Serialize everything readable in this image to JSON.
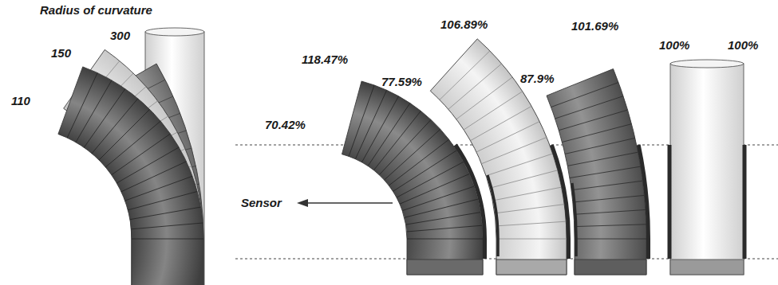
{
  "diagram": {
    "labels": [
      "Radius of curvature",
      "110",
      "150",
      "300",
      "118.47%",
      "70.42%",
      "106.89%",
      "77.59%",
      "101.69%",
      "87.9%",
      "100%",
      "100%",
      "Sensor"
    ]
  }
}
